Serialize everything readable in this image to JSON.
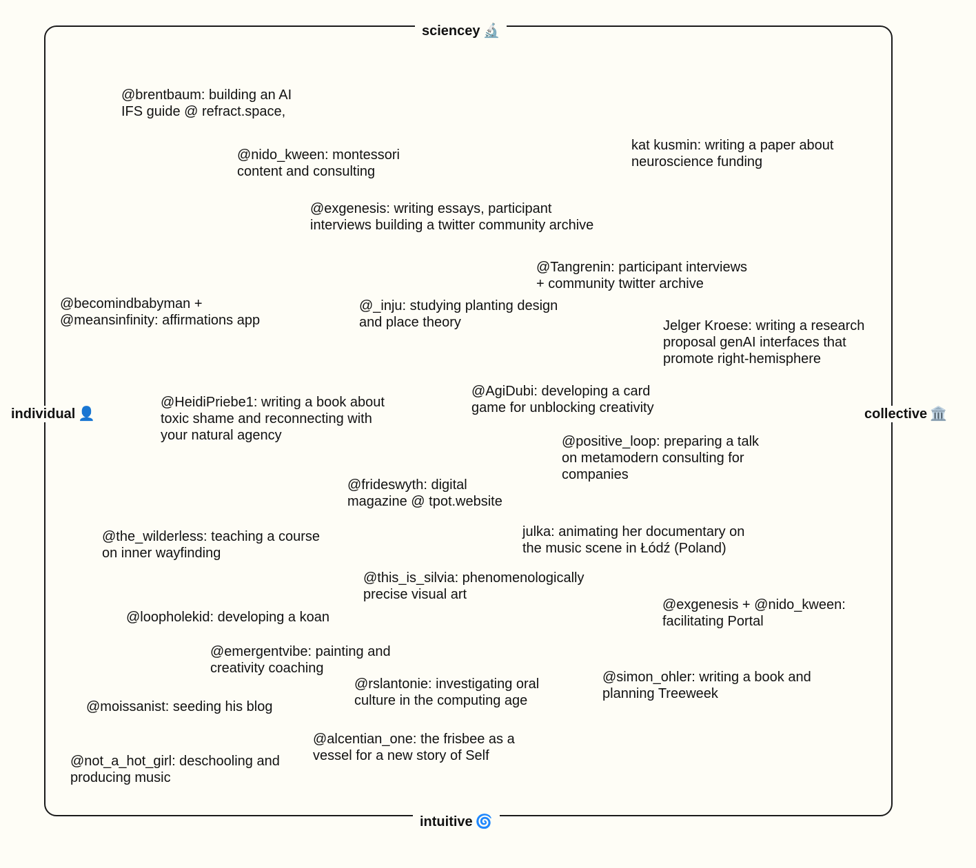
{
  "axes": {
    "top": {
      "label": "sciencey",
      "icon": "🔬"
    },
    "bottom": {
      "label": "intuitive",
      "icon": "🌀"
    },
    "left": {
      "label": "individual",
      "icon": "👤"
    },
    "right": {
      "label": "collective",
      "icon": "🏛️"
    }
  },
  "items": [
    {
      "lines": [
        "@brentbaum: building an AI",
        "IFS guide @ refract.space,"
      ]
    },
    {
      "lines": [
        "@nido_kween: montessori",
        "content and consulting"
      ]
    },
    {
      "lines": [
        "kat kusmin: writing a paper about",
        "neuroscience funding"
      ]
    },
    {
      "lines": [
        "@exgenesis: writing essays, participant",
        "interviews building a twitter community archive"
      ]
    },
    {
      "lines": [
        "@Tangrenin: participant interviews",
        "+ community twitter archive"
      ]
    },
    {
      "lines": [
        "@becomindbabyman +",
        "@meansinfinity: affirmations app"
      ]
    },
    {
      "lines": [
        "@_inju: studying planting design",
        "and place theory"
      ]
    },
    {
      "lines": [
        "Jelger Kroese: writing a research",
        "proposal genAI interfaces that",
        "promote right-hemisphere"
      ]
    },
    {
      "lines": [
        "@AgiDubi: developing a card",
        "game for unblocking creativity"
      ]
    },
    {
      "lines": [
        "@HeidiPriebe1: writing a book about",
        "toxic shame and reconnecting with",
        "your natural agency"
      ]
    },
    {
      "lines": [
        "@positive_loop: preparing a talk",
        "on metamodern consulting for",
        "companies"
      ]
    },
    {
      "lines": [
        "@frideswyth: digital",
        "magazine @ tpot.website"
      ]
    },
    {
      "lines": [
        "julka: animating her documentary on",
        "the music scene in Łódź (Poland)"
      ]
    },
    {
      "lines": [
        "@the_wilderless: teaching a course",
        "on inner wayfinding"
      ]
    },
    {
      "lines": [
        "@this_is_silvia: phenomenologically",
        "precise visual art"
      ]
    },
    {
      "lines": [
        "@exgenesis + @nido_kween:",
        "facilitating Portal"
      ]
    },
    {
      "lines": [
        "@loopholekid: developing a koan"
      ]
    },
    {
      "lines": [
        "@emergentvibe: painting and",
        "creativity coaching"
      ]
    },
    {
      "lines": [
        "@simon_ohler: writing a book and",
        "planning Treeweek"
      ]
    },
    {
      "lines": [
        "@rslantonie: investigating oral",
        "culture in the computing age"
      ]
    },
    {
      "lines": [
        "@moissanist: seeding his blog"
      ]
    },
    {
      "lines": [
        "@alcentian_one: the frisbee as a",
        "vessel for a new story of Self"
      ]
    },
    {
      "lines": [
        "@not_a_hot_girl: deschooling and",
        "producing music"
      ]
    }
  ]
}
